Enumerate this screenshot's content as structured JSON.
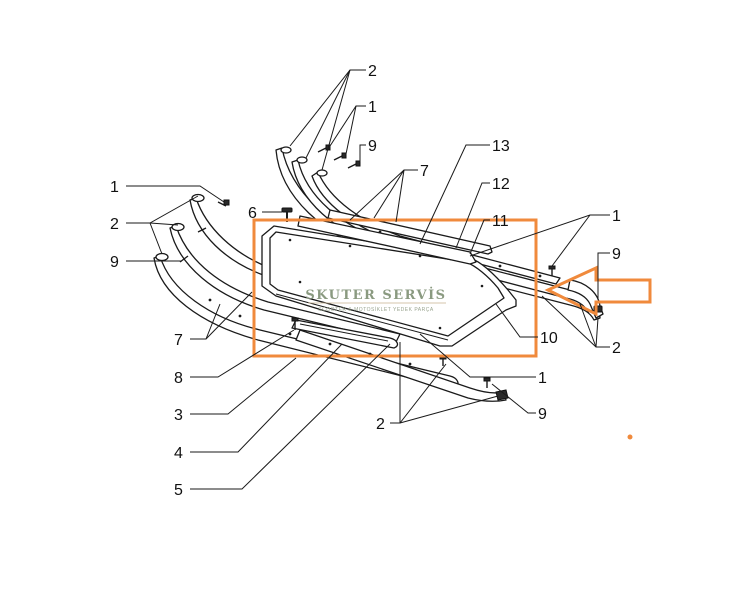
{
  "callouts": {
    "c2_top": "2",
    "c1_top": "1",
    "c9_top": "9",
    "c7_top": "7",
    "c13": "13",
    "c12": "12",
    "c11": "11",
    "c1_right": "1",
    "c9_right": "9",
    "c2_right": "2",
    "c10": "10",
    "c1_mid": "1",
    "c9_bottom": "9",
    "c2_bottom": "2",
    "c1_left": "1",
    "c2_left": "2",
    "c9_left": "9",
    "c6": "6",
    "c7_left": "7",
    "c8": "8",
    "c3": "3",
    "c4": "4",
    "c5": "5"
  },
  "watermark": {
    "title": "SKUTER SERVİS",
    "subtitle": "SCOOTER & MOTOSİKLET YEDEK PARÇA"
  },
  "colors": {
    "highlight": "#f08a3c",
    "line": "#1a1a1a",
    "watermark": "#8a9a80"
  },
  "icons": {
    "arrow": "left-arrow-icon",
    "dot": "orange-dot-icon"
  }
}
